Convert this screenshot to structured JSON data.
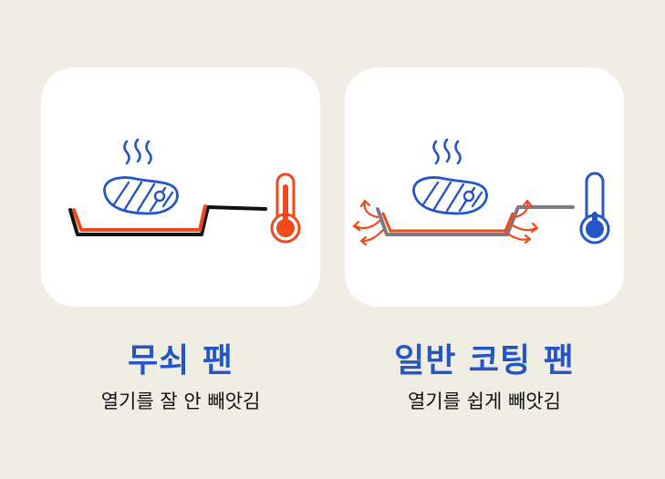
{
  "panels": [
    {
      "title": "무쇠 팬",
      "subtitle": "열기를 잘 안 빼앗김",
      "pan_color": "#111111",
      "heat_color": "#f04a1c",
      "thermometer_color": "#f04a1c",
      "heat_arrows": false
    },
    {
      "title": "일반 코팅 팬",
      "subtitle": "열기를 쉽게 빼앗김",
      "pan_color": "#7b7b84",
      "heat_color": "#f04a1c",
      "thermometer_color": "#2457c5",
      "heat_arrows": true
    }
  ],
  "colors": {
    "background": "#efede4",
    "card": "#ffffff",
    "accent_blue": "#2457c5",
    "heat_orange": "#f04a1c"
  }
}
